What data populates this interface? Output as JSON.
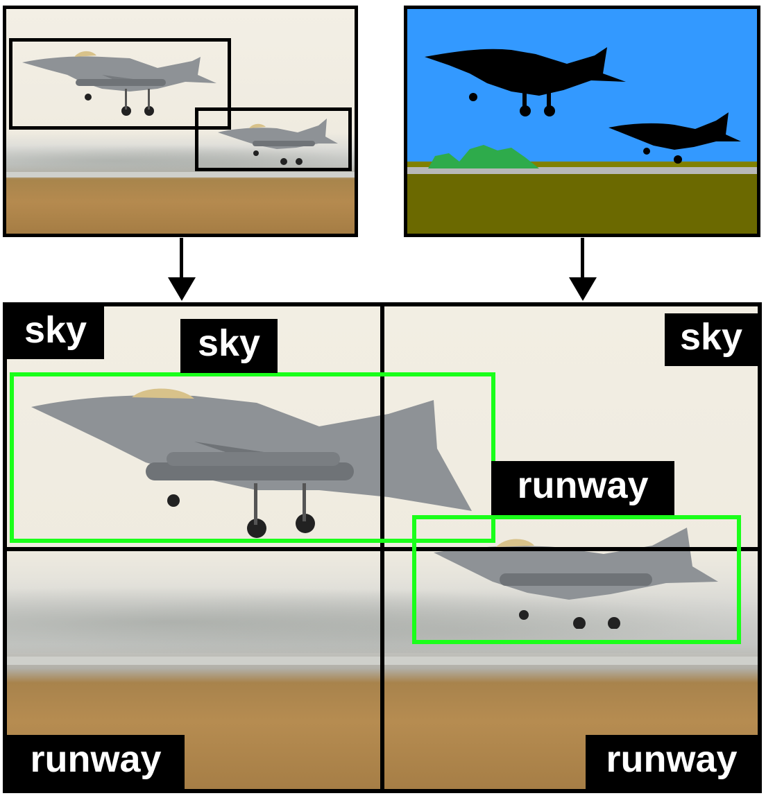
{
  "panels": {
    "photo": {
      "description": "input photograph"
    },
    "segmentation": {
      "colors": {
        "sky": "#3399ff",
        "aircraft": "#000000",
        "vegetation": "#2eab4b",
        "runway": "#b8b8b8",
        "ground": "#6b6900",
        "grass": "#808000"
      }
    }
  },
  "labels": {
    "cell_top_left": "sky",
    "aircraft_large": "sky",
    "cell_top_right": "sky",
    "aircraft_small": "runway",
    "cell_bottom_left": "runway",
    "cell_bottom_right": "runway"
  },
  "colors": {
    "box_green": "#1aff1a",
    "box_black": "#000000",
    "label_bg": "#000000",
    "label_text": "#ffffff"
  }
}
